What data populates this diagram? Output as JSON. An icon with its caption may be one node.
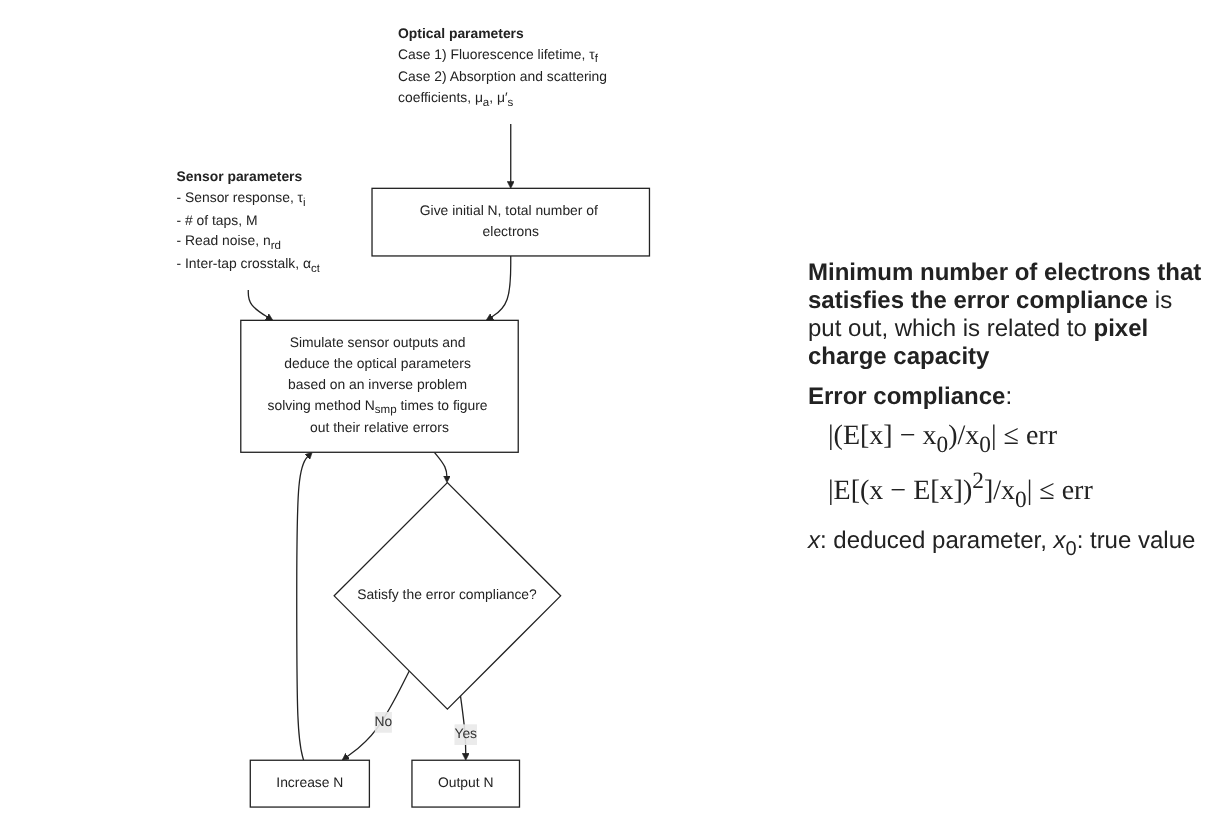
{
  "diagram": {
    "nodes": [
      {
        "text": [
          "Optical parameters",
          "Case 1) Fluorescence lifetime, τ$_{f}$",
          "Case 2) Absorption and scattering coefficients, μ$_{a}$, μ′$_{s}$"
        ]
      },
      {
        "text": [
          "Give initial N, total number of electrons"
        ]
      },
      {
        "text": [
          "Simulate sensor outputs and deduce the optical parameters based on an inverse problem solving method N$_{smp}$ times to figure out their relative errors"
        ]
      },
      {
        "text": [
          "Sensor parameters",
          "- Sensor response, τ$_{i}$",
          "- # of taps, M",
          "- Read noise, n$_{rd}$",
          "- Inter-tap crosstalk, α$_{ct}$"
        ]
      },
      {
        "text": [
          "Satisfy the error compliance?"
        ]
      },
      {
        "text": [
          "Increase N"
        ]
      },
      {
        "text": [
          "Output N"
        ]
      }
    ],
    "edges": [
      {
        "from": 0,
        "to": 1,
        "arrow": "to"
      },
      {
        "from": 1,
        "to": 2,
        "arrow": "to"
      },
      {
        "from": 3,
        "to": 2,
        "arrow": "to"
      },
      {
        "from": 2,
        "to": 4,
        "arrow": "to"
      },
      {
        "from": 4,
        "to": 5,
        "arrow": "to",
        "label": "No"
      },
      {
        "from": 5,
        "to": 2,
        "arrow": "to"
      },
      {
        "from": 4,
        "to": 6,
        "arrow": "to",
        "label": "Yes"
      }
    ],
    "labels": [
      "**Minimum number of electrons that satisfies the error compliance** is put out, which is related to **pixel charge capacity**",
      "**Error compliance**:",
      "|(E[x] − x$_{0}$)/x$_{0}$| ≤ err",
      "|E[(x − E[x])$^{2}$]/x$_{0}$| ≤ err",
      "*x*: deduced parameter, *x*$_{0}$: true value"
    ]
  }
}
